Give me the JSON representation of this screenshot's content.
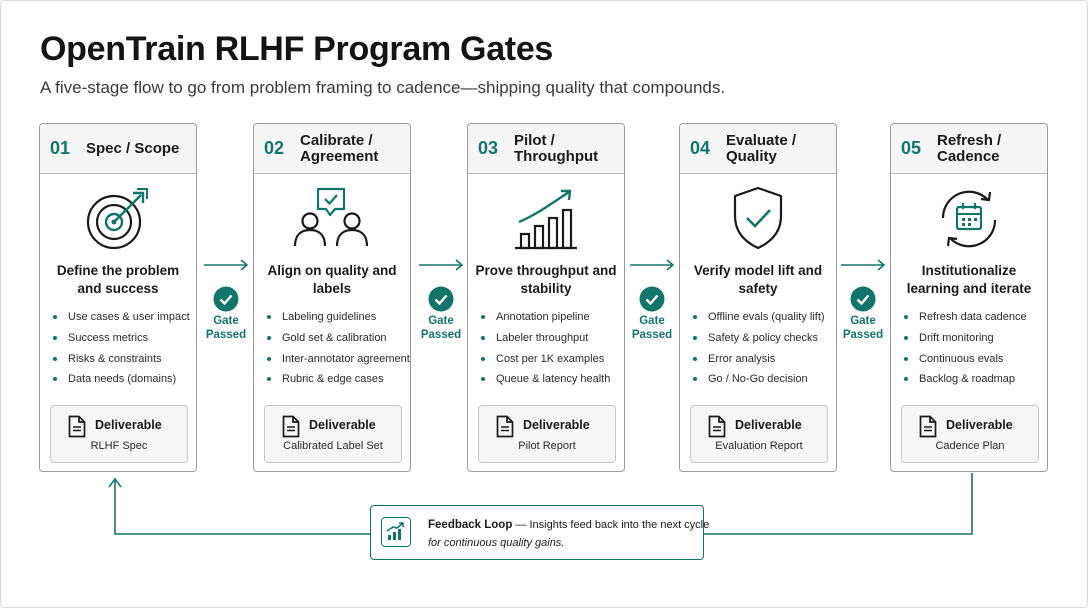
{
  "title": "OpenTrain RLHF Program Gates",
  "subtitle": "A five-stage flow to go from problem framing to cadence—shipping quality that compounds.",
  "colors": {
    "accent": "#12756c",
    "border": "#9a9a9a",
    "header_bg": "#f4f5f4"
  },
  "stages": [
    {
      "number": "01",
      "name": "Spec / Scope",
      "icon": "target-icon",
      "headline": "Define the problem and success",
      "bullets": [
        "Use cases & user impact",
        "Success metrics",
        "Risks & constraints",
        "Data needs (domains)"
      ],
      "deliverable_label": "Deliverable",
      "deliverable": "RLHF Spec"
    },
    {
      "number": "02",
      "name": "Calibrate / Agreement",
      "icon": "people-chat-icon",
      "headline": "Align on quality and labels",
      "bullets": [
        "Labeling guidelines",
        "Gold set & calibration",
        "Inter-annotator agreement",
        "Rubric & edge cases"
      ],
      "deliverable_label": "Deliverable",
      "deliverable": "Calibrated Label Set"
    },
    {
      "number": "03",
      "name": "Pilot / Throughput",
      "icon": "growth-chart-icon",
      "headline": "Prove throughput and stability",
      "bullets": [
        "Annotation pipeline",
        "Labeler throughput",
        "Cost per 1K examples",
        "Queue & latency health"
      ],
      "deliverable_label": "Deliverable",
      "deliverable": "Pilot Report"
    },
    {
      "number": "04",
      "name": "Evaluate / Quality",
      "icon": "shield-check-icon",
      "headline": "Verify model lift and safety",
      "bullets": [
        "Offline evals (quality lift)",
        "Safety & policy checks",
        "Error analysis",
        "Go / No-Go decision"
      ],
      "deliverable_label": "Deliverable",
      "deliverable": "Evaluation Report"
    },
    {
      "number": "05",
      "name": "Refresh / Cadence",
      "icon": "calendar-cycle-icon",
      "headline": "Institutionalize learning and iterate",
      "bullets": [
        "Refresh data cadence",
        "Drift monitoring",
        "Continuous evals",
        "Backlog & roadmap"
      ],
      "deliverable_label": "Deliverable",
      "deliverable": "Cadence Plan"
    }
  ],
  "gates": [
    {
      "label_line1": "Gate",
      "label_line2": "Passed"
    },
    {
      "label_line1": "Gate",
      "label_line2": "Passed"
    },
    {
      "label_line1": "Gate",
      "label_line2": "Passed"
    },
    {
      "label_line1": "Gate",
      "label_line2": "Passed"
    }
  ],
  "feedback": {
    "title": "Feedback Loop",
    "desc_line1": " — Insights feed back into the next cycle",
    "desc_line2": "for continuous quality gains."
  }
}
